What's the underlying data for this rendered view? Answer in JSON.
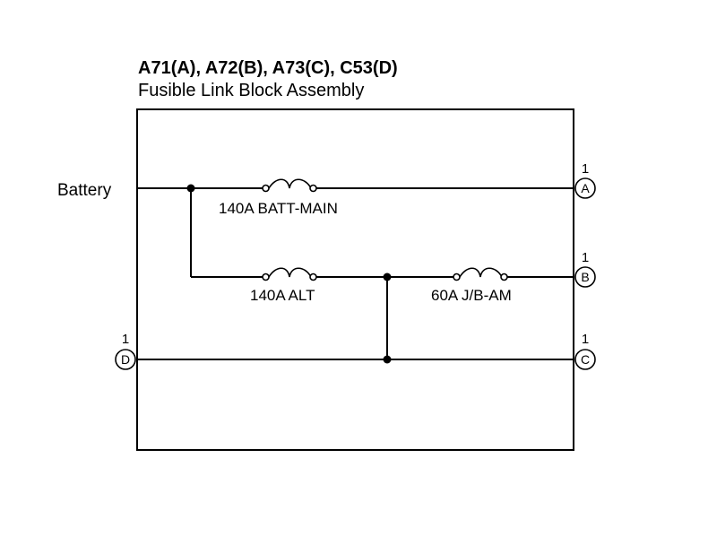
{
  "header": {
    "title": "A71(A), A72(B), A73(C), C53(D)",
    "subtitle": "Fusible Link Block Assembly"
  },
  "input": {
    "label": "Battery"
  },
  "fuses": [
    {
      "label": "140A BATT-MAIN"
    },
    {
      "label": "140A ALT"
    },
    {
      "label": "60A J/B-AM"
    }
  ],
  "terminals": [
    {
      "letter": "A",
      "pin": "1"
    },
    {
      "letter": "B",
      "pin": "1"
    },
    {
      "letter": "C",
      "pin": "1"
    },
    {
      "letter": "D",
      "pin": "1"
    }
  ]
}
